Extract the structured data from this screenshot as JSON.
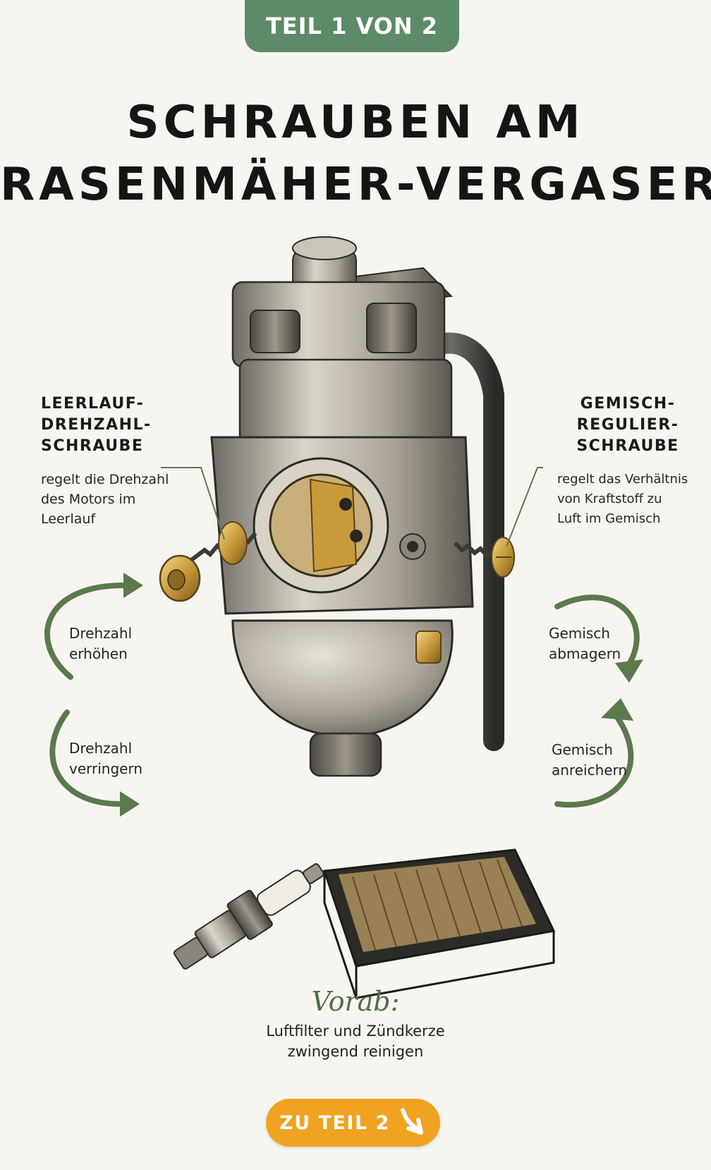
{
  "header": {
    "part_tab": "TEIL 1 VON 2",
    "title_line1": "SCHRAUBEN AM",
    "title_line2": "RASENMÄHER-VERGASER"
  },
  "left_label": {
    "head_lines": [
      "LEERLAUF-",
      "DREHZAHL-",
      "SCHRAUBE"
    ],
    "desc_lines": [
      "regelt die Drehzahl",
      "des Motors im",
      "Leerlauf"
    ]
  },
  "right_label": {
    "head_lines": [
      "GEMISCH-",
      "REGULIER-",
      "SCHRAUBE"
    ],
    "desc_lines": [
      "regelt das Verhältnis",
      "von Kraftstoff zu",
      "Luft im Gemisch"
    ]
  },
  "arrows": {
    "left_up": [
      "Drehzahl",
      "erhöhen"
    ],
    "left_down": [
      "Drehzahl",
      "verringern"
    ],
    "right_up": [
      "Gemisch",
      "abmagern"
    ],
    "right_down": [
      "Gemisch",
      "anreichern"
    ]
  },
  "note": {
    "title": "Vorab:",
    "lines": [
      "Luftfilter und Zündkerze",
      "zwingend reinigen"
    ]
  },
  "button": {
    "label": "ZU TEIL 2",
    "icon": "arrow-down-right-icon"
  },
  "colors": {
    "tab_green": "#5d8a68",
    "arrow_green": "#5a7a4e",
    "button_orange": "#f0a320",
    "background": "#f7f5ef"
  }
}
